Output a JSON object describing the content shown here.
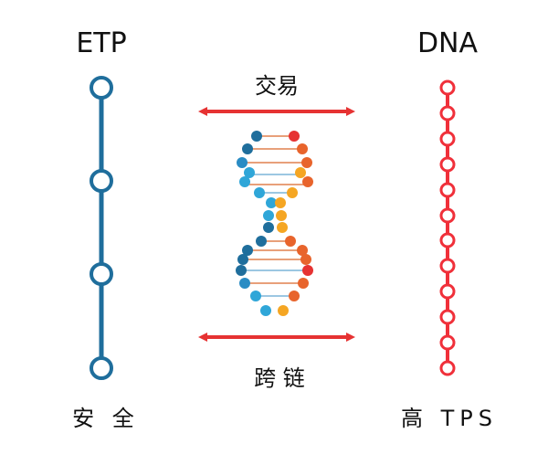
{
  "left_column": {
    "title": "ETP",
    "caption": "安 全",
    "node_count": 4,
    "color": "#1f6e9c"
  },
  "right_column": {
    "title": "DNA",
    "caption": "高 TPS",
    "node_count": 12,
    "color": "#f0303a"
  },
  "arrows": {
    "top_label": "交易",
    "bottom_label": "跨 链",
    "color": "#e63232"
  },
  "dna_icon": {
    "icon": "dna-helix-icon",
    "colors": [
      "#1f6e9c",
      "#2fa6d8",
      "#f5a623",
      "#e8642c",
      "#e63232"
    ]
  }
}
